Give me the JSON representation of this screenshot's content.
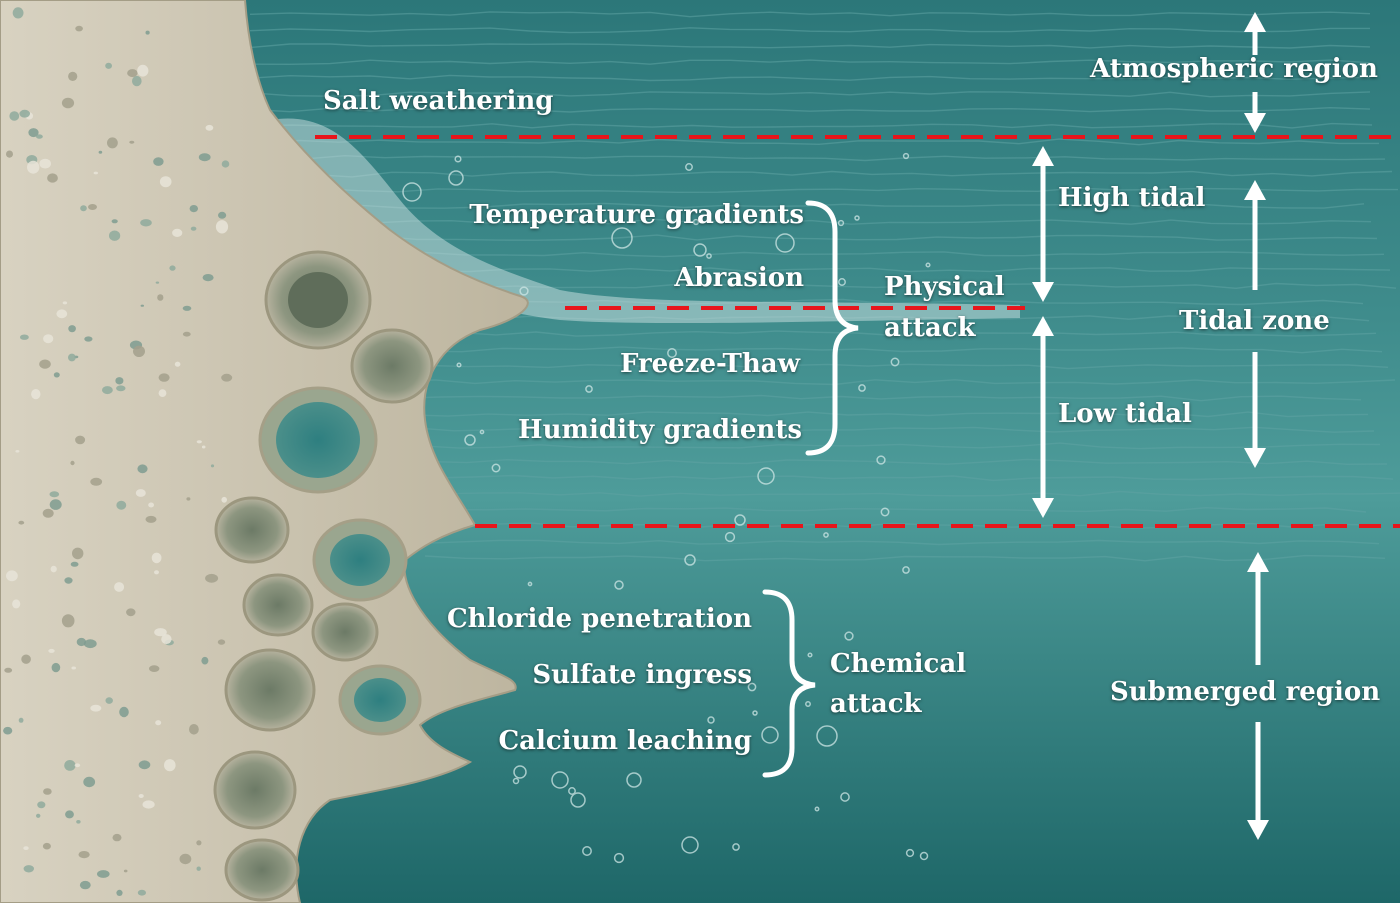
{
  "labels": {
    "salt_weathering": "Salt weathering",
    "atmospheric_region": "Atmospheric region",
    "high_tidal": "High tidal",
    "low_tidal": "Low tidal",
    "tidal_zone": "Tidal zone",
    "submerged_region": "Submerged region"
  },
  "physical_attack": {
    "group_label_line1": "Physical",
    "group_label_line2": "attack",
    "items": [
      "Temperature gradients",
      "Abrasion",
      "Freeze-Thaw",
      "Humidity gradients"
    ]
  },
  "chemical_attack": {
    "group_label_line1": "Chemical",
    "group_label_line2": "attack",
    "items": [
      "Chloride penetration",
      "Sulfate ingress",
      "Calcium leaching"
    ]
  },
  "colors": {
    "boundary_line": "#e8151b",
    "label_text": "#ffffff",
    "concrete": "#cfc8b6",
    "water_surface": "#2f7d80",
    "water_deep": "#1f6a6b"
  }
}
